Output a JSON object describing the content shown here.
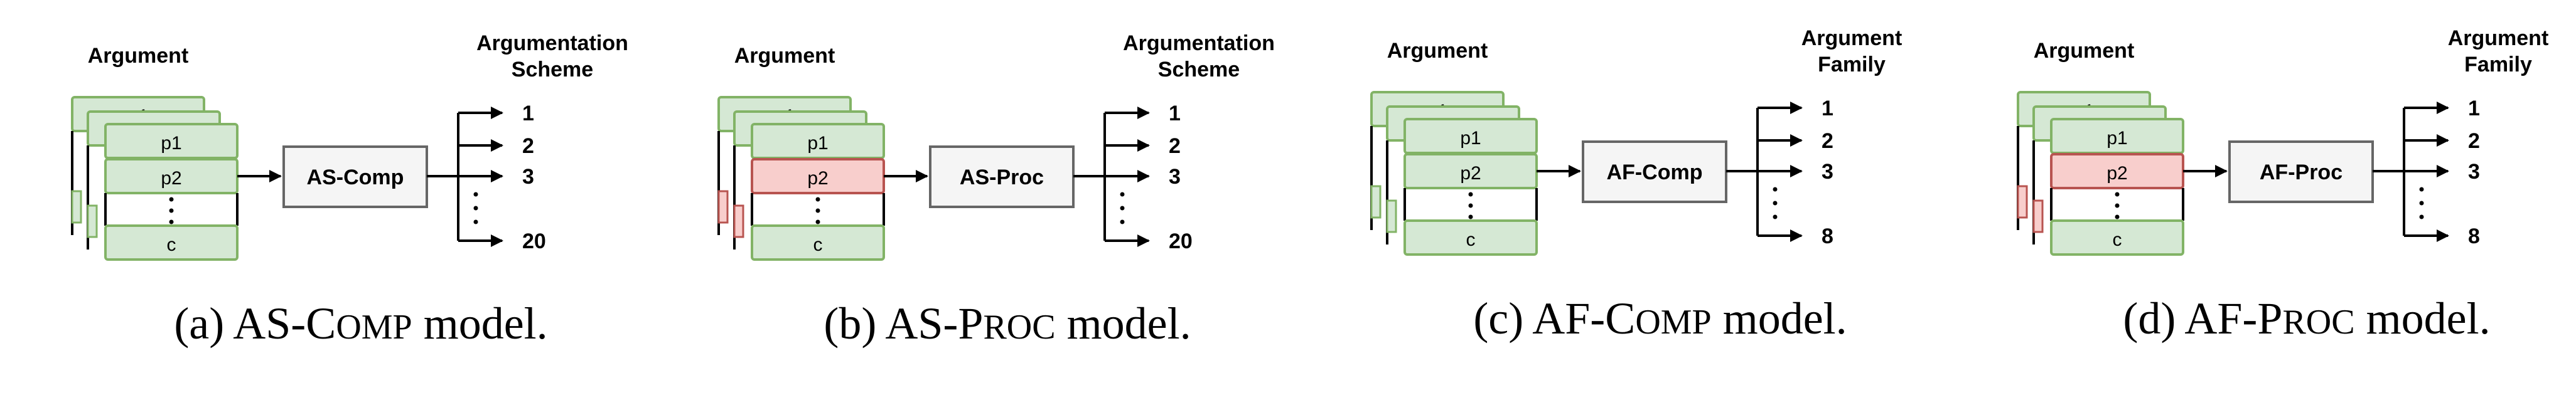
{
  "panels": [
    {
      "left_label": "Argument",
      "proc": false,
      "box_label": "AS-Comp",
      "right_label": [
        "Argumentation",
        "Scheme"
      ],
      "outputs": [
        "1",
        "2",
        "3",
        "20"
      ],
      "cells": [
        "p1",
        "p1",
        "p1",
        "p2",
        "c"
      ],
      "caption_pre": "(a) AS-",
      "caption_big": "C",
      "caption_small": "OMP",
      "caption_post": " model."
    },
    {
      "left_label": "Argument",
      "proc": true,
      "box_label": "AS-Proc",
      "right_label": [
        "Argumentation",
        "Scheme"
      ],
      "outputs": [
        "1",
        "2",
        "3",
        "20"
      ],
      "cells": [
        "p1",
        "p1",
        "p1",
        "p2",
        "c"
      ],
      "caption_pre": "(b) AS-",
      "caption_big": "P",
      "caption_small": "ROC",
      "caption_post": " model."
    },
    {
      "left_label": "Argument",
      "proc": false,
      "box_label": "AF-Comp",
      "right_label": [
        "Argument",
        "Family"
      ],
      "outputs": [
        "1",
        "2",
        "3",
        "8"
      ],
      "cells": [
        "p1",
        "p1",
        "p1",
        "p2",
        "c"
      ],
      "caption_pre": "(c) AF-",
      "caption_big": "C",
      "caption_small": "OMP",
      "caption_post": " model."
    },
    {
      "left_label": "Argument",
      "proc": true,
      "box_label": "AF-Proc",
      "right_label": [
        "Argument",
        "Family"
      ],
      "outputs": [
        "1",
        "2",
        "3",
        "8"
      ],
      "cells": [
        "p1",
        "p1",
        "p1",
        "p2",
        "c"
      ],
      "caption_pre": "(d) AF-",
      "caption_big": "P",
      "caption_small": "ROC",
      "caption_post": " model."
    }
  ],
  "colors": {
    "green_fill": "#d5e8d4",
    "green_stroke": "#82b366",
    "red_fill": "#f8cecc",
    "red_stroke": "#b85450",
    "box_fill": "#f5f5f5",
    "box_stroke": "#666666"
  }
}
